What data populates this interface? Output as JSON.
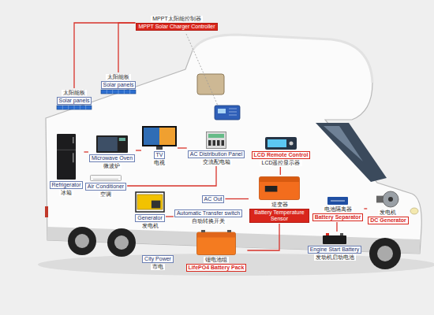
{
  "diagram": {
    "nodes": [
      {
        "text": [
          "太阳能板",
          "Solar panels"
        ]
      },
      {
        "text": [
          "太阳能板",
          "Solar panels"
        ]
      },
      {
        "text": [
          "MPPT太阳能控制器",
          "MPPT Solar Charger Controller"
        ]
      },
      {
        "text": [
          "Refrigerator",
          "冰箱"
        ]
      },
      {
        "text": [
          "Microwave Oven",
          "微波炉"
        ]
      },
      {
        "text": [
          "TV",
          "电视"
        ]
      },
      {
        "text": [
          "AC Distribution Panel",
          "交流配电箱"
        ]
      },
      {
        "text": [
          "LCD Remote Control",
          "LCD遥控显示器"
        ]
      },
      {
        "text": [
          "Air Conditioner",
          "空调"
        ]
      },
      {
        "text": [
          "AC Out"
        ]
      },
      {
        "text": [
          "Automatic Transfer switch",
          "自动转换开关"
        ]
      },
      {
        "text": [
          "Generator",
          "发电机"
        ]
      },
      {
        "text": [
          "逆变器",
          "Battery Temperature Sensor"
        ]
      },
      {
        "text": [
          "City Power",
          "市电"
        ]
      },
      {
        "text": [
          "锂电池组",
          "LifePO4 Battery Pack"
        ]
      },
      {
        "text": [
          "电池隔离器",
          "Battery Separator"
        ]
      },
      {
        "text": [
          "发电机",
          "DC Generator"
        ]
      },
      {
        "text": [
          "Engine Start Battery",
          "发动机启动电池"
        ]
      }
    ],
    "edges": [
      {
        "from": 0,
        "to": 2,
        "arrow": "none"
      },
      {
        "from": 1,
        "to": 2,
        "arrow": "none"
      },
      {
        "from": 4,
        "to": 3,
        "arrow": "none"
      },
      {
        "from": 5,
        "to": 4,
        "arrow": "none"
      },
      {
        "from": 6,
        "to": 5,
        "arrow": "none"
      },
      {
        "from": 6,
        "to": 8,
        "arrow": "none"
      },
      {
        "from": 7,
        "to": 12,
        "arrow": "none"
      },
      {
        "from": 12,
        "to": 9,
        "arrow": "none"
      },
      {
        "from": 11,
        "to": 10,
        "arrow": "none"
      },
      {
        "from": 14,
        "to": 12,
        "arrow": "none"
      },
      {
        "from": 16,
        "to": 15,
        "arrow": "none"
      },
      {
        "from": 15,
        "to": 17,
        "arrow": "none"
      }
    ]
  }
}
